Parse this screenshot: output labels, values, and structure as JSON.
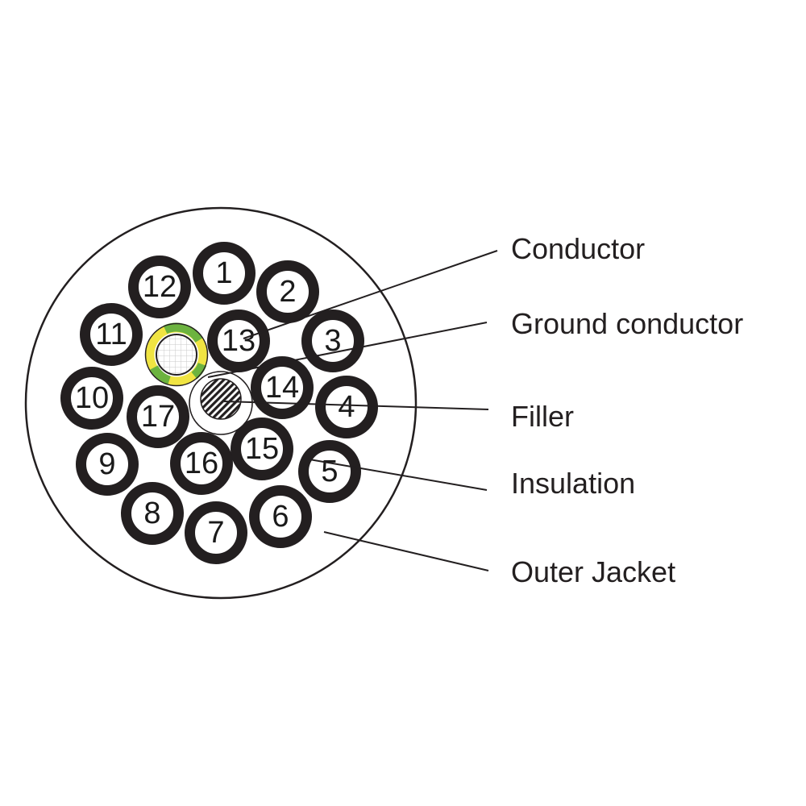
{
  "colors": {
    "insulation": "#231f20",
    "jacket_stroke": "#231f20",
    "ground_green": "#6cb33f",
    "ground_yellow": "#f0e442",
    "background": "#ffffff"
  },
  "cores": [
    {
      "label": "1"
    },
    {
      "label": "2"
    },
    {
      "label": "3"
    },
    {
      "label": "4"
    },
    {
      "label": "5"
    },
    {
      "label": "6"
    },
    {
      "label": "7"
    },
    {
      "label": "8"
    },
    {
      "label": "9"
    },
    {
      "label": "10"
    },
    {
      "label": "11"
    },
    {
      "label": "12"
    },
    {
      "label": "13"
    },
    {
      "label": "14"
    },
    {
      "label": "15"
    },
    {
      "label": "16"
    },
    {
      "label": "17"
    }
  ],
  "legend": {
    "conductor": "Conductor",
    "ground_conductor": "Ground conductor",
    "filler": "Filler",
    "insulation": "Insulation",
    "outer_jacket": "Outer Jacket"
  }
}
